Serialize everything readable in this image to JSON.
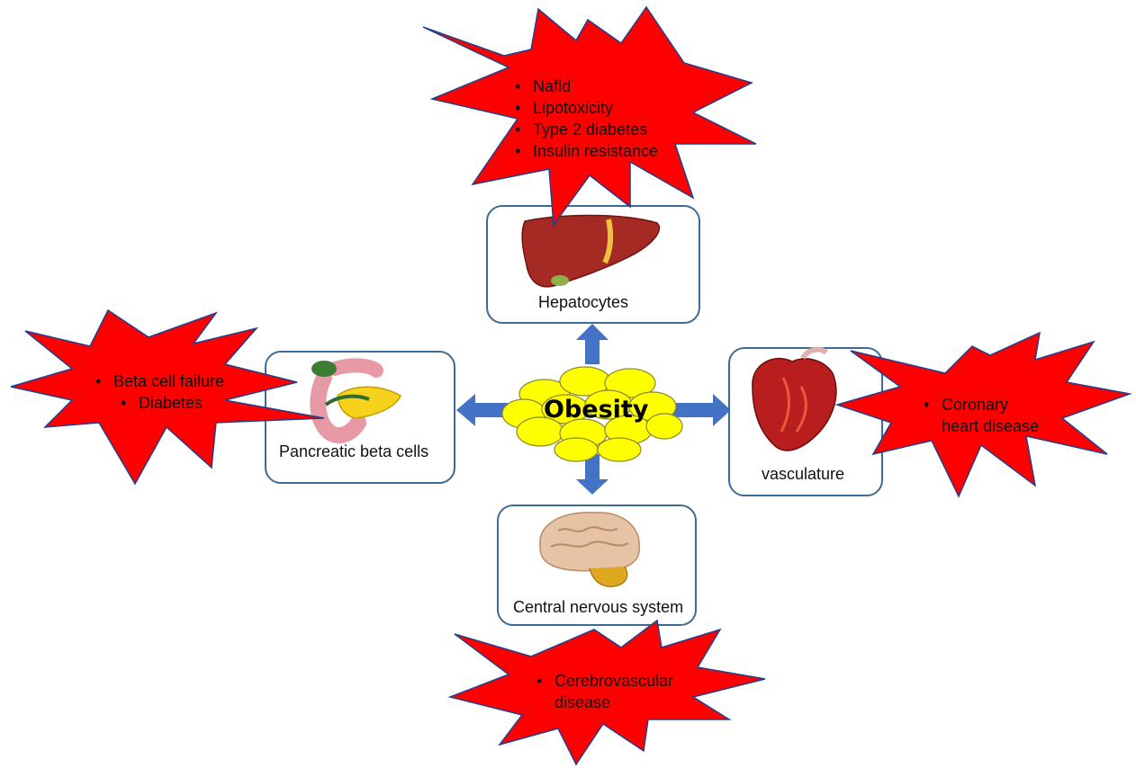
{
  "hub": {
    "label": "Obesity"
  },
  "nodes": {
    "liver": {
      "label": "Hepatocytes",
      "icon": "liver-icon"
    },
    "pancreas": {
      "label": "Pancreatic beta cells",
      "icon": "pancreas-icon"
    },
    "heart": {
      "label": "vasculature",
      "icon": "heart-icon"
    },
    "brain": {
      "label": "Central nervous system",
      "icon": "brain-icon"
    }
  },
  "bursts": {
    "liver": [
      "Nafld",
      "Lipotoxicity",
      "Type 2 diabetes",
      "Insulin  resistance"
    ],
    "pancreas": [
      "Beta cell failure",
      "Diabetes"
    ],
    "heart": [
      "Coronary",
      "heart disease"
    ],
    "brain": [
      "Cerebrovascular",
      "disease"
    ]
  },
  "colors": {
    "burst_fill": "#ff0000",
    "burst_stroke": "#1f3f8f",
    "arrow": "#4472c4",
    "box_border": "#3e6a93",
    "fat_cell": "#ffff00",
    "fat_cell_stroke": "#8a8a2a"
  }
}
